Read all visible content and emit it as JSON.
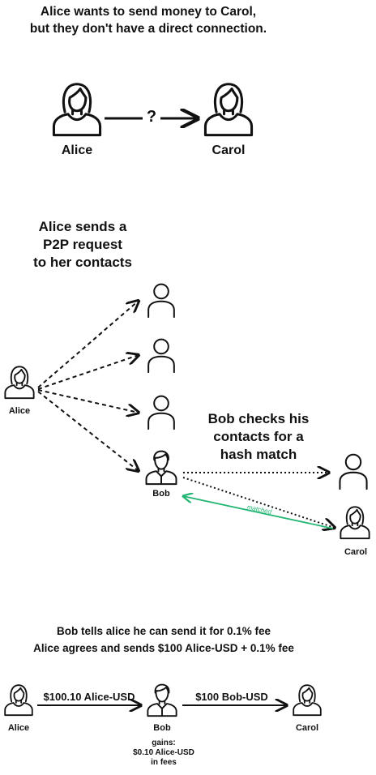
{
  "section1": {
    "heading_line1": "Alice wants to send money to Carol,",
    "heading_line2": "but they don't have a direct connection.",
    "question_mark": "?",
    "alice_label": "Alice",
    "carol_label": "Carol"
  },
  "section2": {
    "heading_line1": "Alice sends a",
    "heading_line2": "P2P request",
    "heading_line3": "to her contacts",
    "alice_label": "Alice",
    "bob_label": "Bob",
    "carol_label": "Carol",
    "bob_heading_line1": "Bob checks his",
    "bob_heading_line2": "contacts for a",
    "bob_heading_line3": "hash match",
    "matched_label": "matched"
  },
  "section3": {
    "heading_line1": "Bob tells alice he can send it for 0.1% fee",
    "heading_line2": "Alice agrees and sends $100 Alice-USD + 0.1% fee",
    "alice_label": "Alice",
    "bob_label": "Bob",
    "carol_label": "Carol",
    "transfer1_label": "$100.10 Alice-USD",
    "transfer2_label": "$100 Bob-USD",
    "gains_line1": "gains:",
    "gains_line2": "$0.10 Alice-USD",
    "gains_line3": "in fees"
  },
  "colors": {
    "ink": "#111111",
    "matched_arrow": "#22b573"
  },
  "icons": {
    "woman": "woman-user-icon",
    "man": "man-user-icon",
    "person": "generic-person-icon"
  }
}
